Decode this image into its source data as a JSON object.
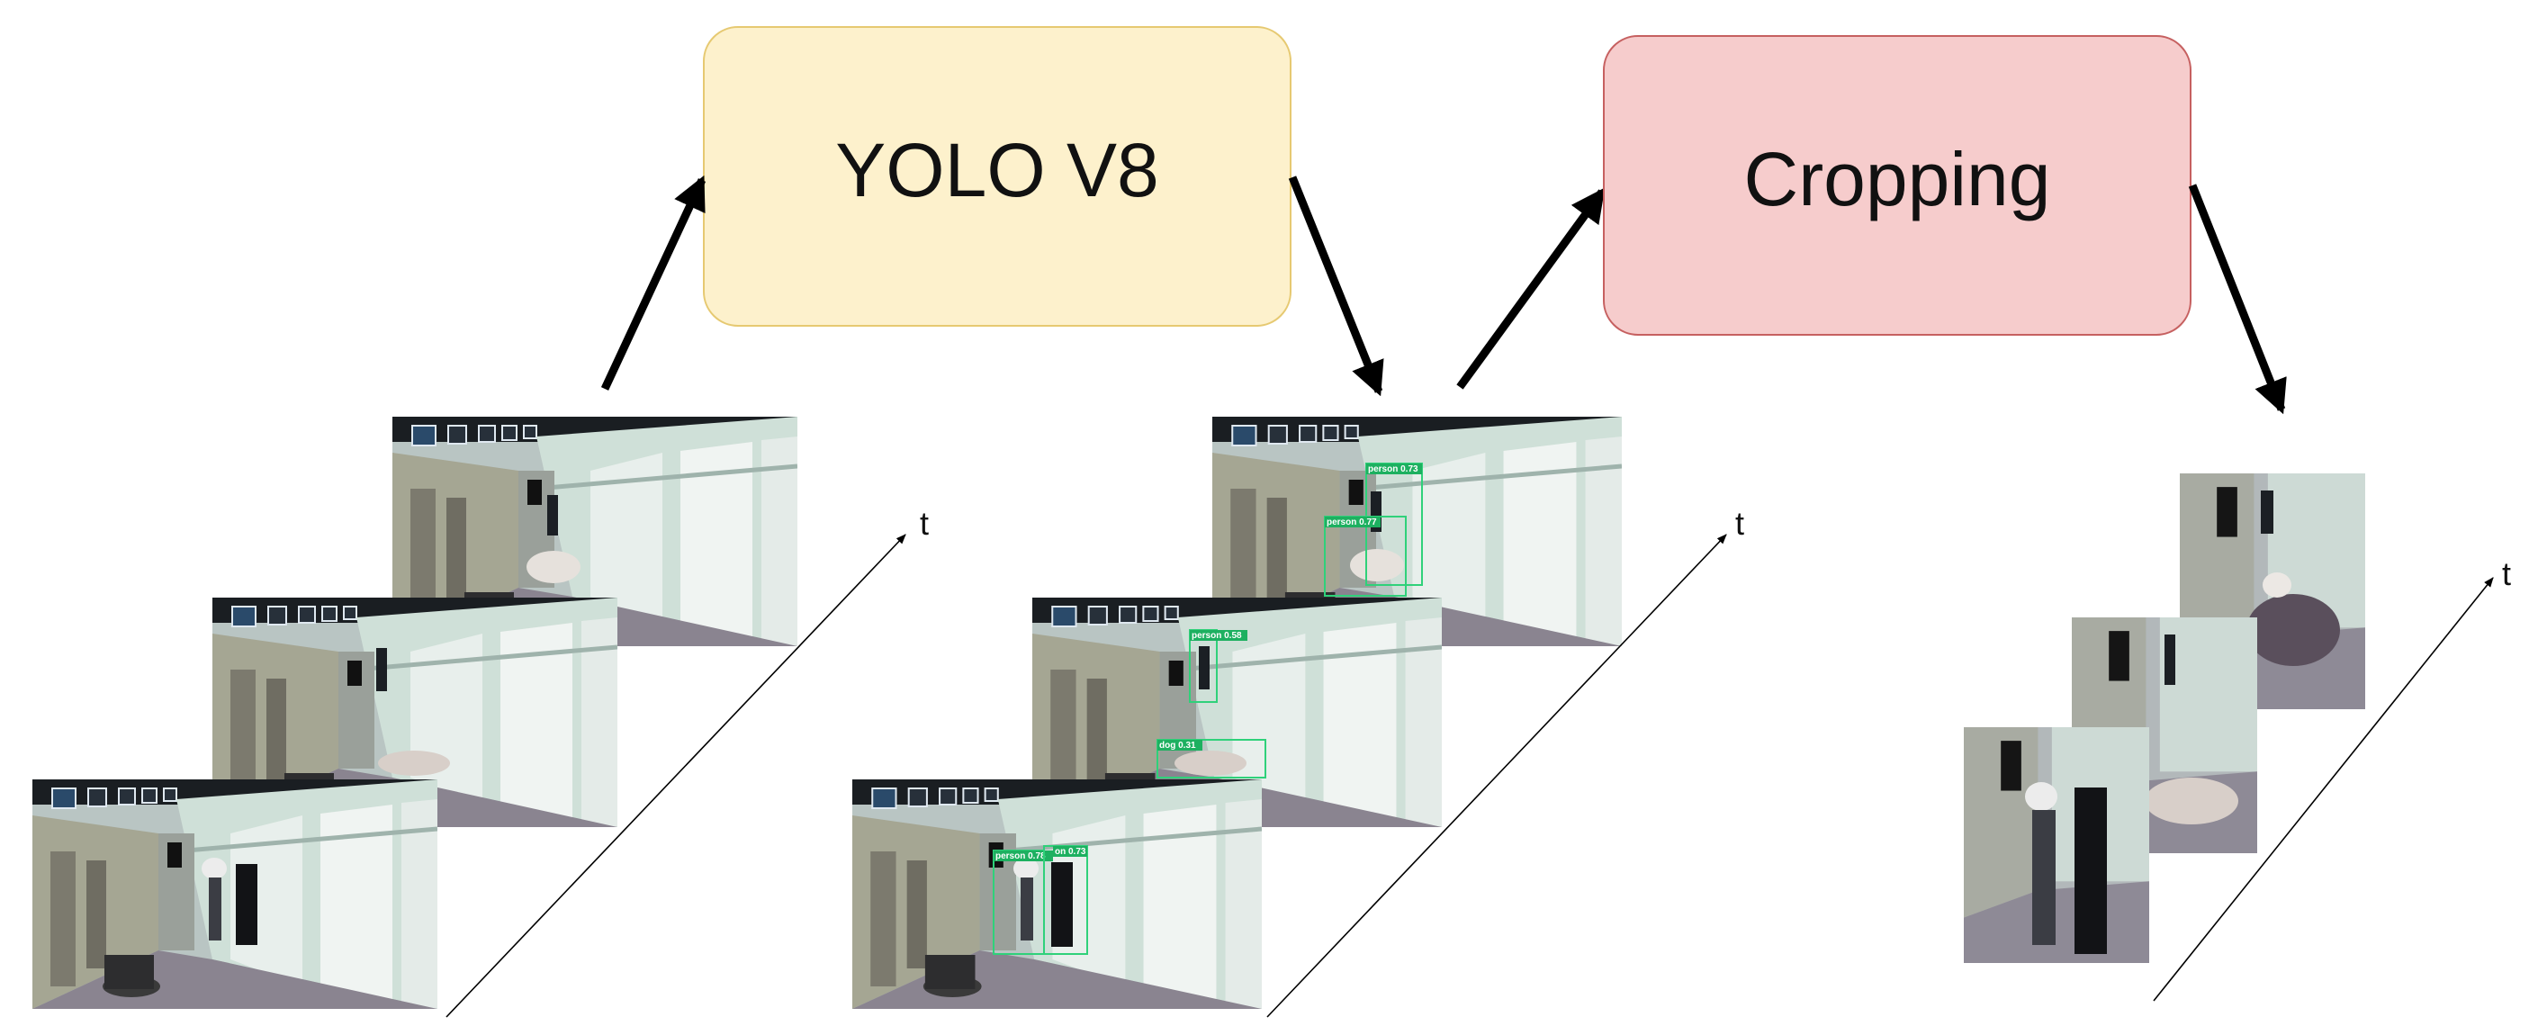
{
  "stages": {
    "detect": {
      "label": "YOLO V8",
      "fill": "#fdf1cc",
      "stroke": "#e6c971"
    },
    "crop": {
      "label": "Cropping",
      "fill": "#f6cccc",
      "stroke": "#c66060"
    }
  },
  "time_axis_label": "t",
  "detections": {
    "back": [
      {
        "label": "person 0.73"
      },
      {
        "label": "person 0.77"
      }
    ],
    "middle": [
      {
        "label": "person 0.58"
      },
      {
        "label": "dog 0.31"
      }
    ],
    "front": [
      {
        "label": "person 0.78"
      },
      {
        "label": "on 0.73"
      }
    ]
  },
  "colors": {
    "arrow": "#000000",
    "detection_box": "#2fd17a",
    "detection_tag": "#1db060",
    "frame_wall": "#cfe0d8",
    "frame_floor": "#8a8490",
    "frame_ceiling": "#171b20"
  }
}
